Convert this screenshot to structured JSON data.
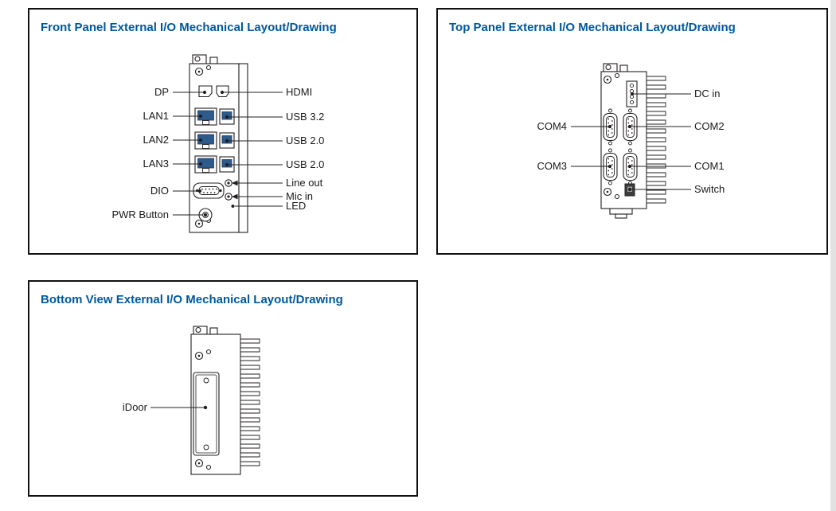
{
  "colors": {
    "title_blue": "#00589c",
    "line_black": "#231f20",
    "connector_blue": "#2f5a8c"
  },
  "panels": {
    "front": {
      "title": "Front Panel External I/O Mechanical Layout/Drawing",
      "left_labels": [
        "DP",
        "LAN1",
        "LAN2",
        "LAN3",
        "DIO",
        "PWR Button"
      ],
      "right_labels": [
        "HDMI",
        "USB 3.2",
        "USB 2.0",
        "USB 2.0",
        "Line out",
        "Mic in",
        "LED"
      ]
    },
    "top": {
      "title": "Top Panel External I/O Mechanical Layout/Drawing",
      "left_labels": [
        "COM4",
        "COM3"
      ],
      "right_labels": [
        "DC in",
        "COM2",
        "COM1",
        "Switch"
      ]
    },
    "bottom": {
      "title": "Bottom View External I/O Mechanical Layout/Drawing",
      "left_labels": [
        "iDoor"
      ]
    }
  }
}
